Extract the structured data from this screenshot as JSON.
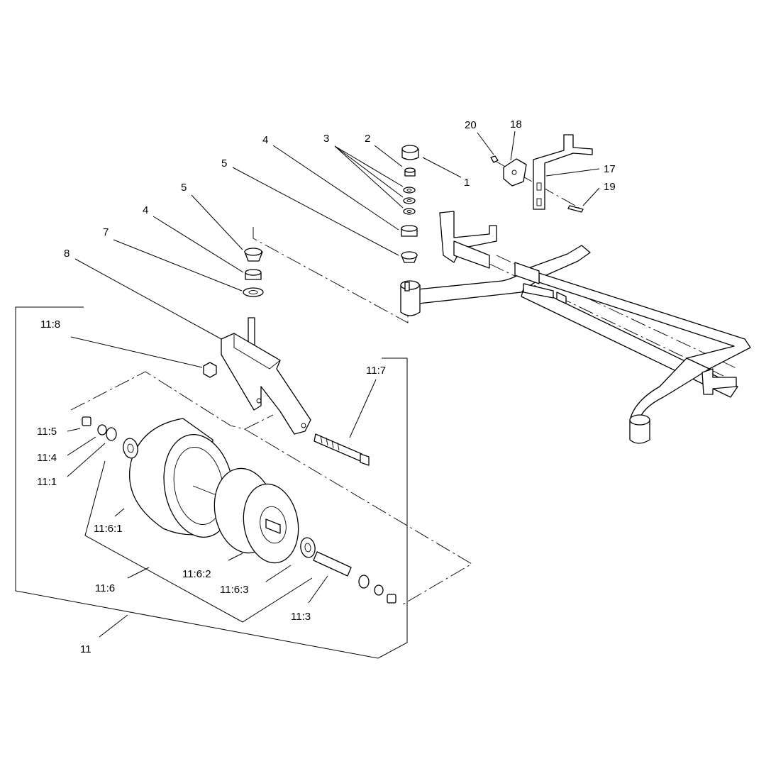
{
  "callouts": {
    "c1": "1",
    "c2": "2",
    "c3": "3",
    "c4a": "4",
    "c5a": "5",
    "c5b": "5",
    "c4b": "4",
    "c7": "7",
    "c8": "8",
    "c17": "17",
    "c18": "18",
    "c19": "19",
    "c20": "20",
    "c11_8": "11:8",
    "c11_7": "11:7",
    "c11_5": "11:5",
    "c11_4": "11:4",
    "c11_1": "11:1",
    "c11_6_1": "11:6:1",
    "c11_6": "11:6",
    "c11_6_2": "11:6:2",
    "c11_6_3": "11:6:3",
    "c11_3": "11:3",
    "c11": "11"
  }
}
